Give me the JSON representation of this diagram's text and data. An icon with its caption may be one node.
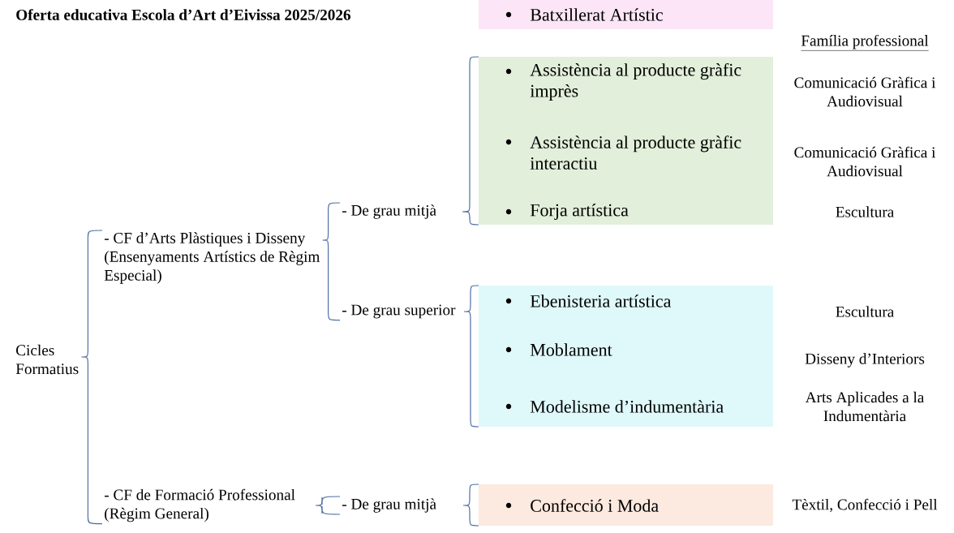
{
  "diagram": {
    "title": "Oferta educativa Escola d’Art d’Eivissa 2025/2026",
    "nodes": [
      {
        "text": [],
        "shape": "box"
      },
      {
        "text": [
          "Batxillerat Artístic"
        ],
        "in": 0
      },
      {
        "text": [
          "Cicles Formatius"
        ]
      },
      {
        "text": [
          "- CF d’Arts Plàstiques i Disseny (Ensenyaments Artístics de Règim Especial)"
        ]
      },
      {
        "text": [
          "- De grau mitjà"
        ]
      },
      {
        "text": [],
        "shape": "box"
      },
      {
        "text": [
          "Assistència al producte gràfic imprès"
        ],
        "in": 5
      },
      {
        "text": [
          "Assistència al producte gràfic interactiu"
        ],
        "in": 5
      },
      {
        "text": [
          "Forja artística"
        ],
        "in": 5
      },
      {
        "text": [
          "- De grau superior"
        ]
      },
      {
        "text": [],
        "shape": "box"
      },
      {
        "text": [
          "Ebenisteria artística"
        ],
        "in": 10
      },
      {
        "text": [
          "Moblament"
        ],
        "in": 10
      },
      {
        "text": [
          "Modelisme d’indumentària"
        ],
        "in": 10
      },
      {
        "text": [
          "- CF de Formació Professional (Règim General)"
        ]
      },
      {
        "text": [
          "- De grau mitjà"
        ]
      },
      {
        "text": [],
        "shape": "box"
      },
      {
        "text": [
          "Confecció i Moda"
        ],
        "in": 16
      }
    ],
    "edges": [
      {
        "from": 2,
        "to": 3,
        "arrow": "none"
      },
      {
        "from": 2,
        "to": 14,
        "arrow": "none"
      },
      {
        "from": 3,
        "to": 4,
        "arrow": "none"
      },
      {
        "from": 3,
        "to": 9,
        "arrow": "none"
      },
      {
        "from": 4,
        "to": 5,
        "arrow": "none"
      },
      {
        "from": 9,
        "to": 10,
        "arrow": "none"
      },
      {
        "from": 14,
        "to": 15,
        "arrow": "none"
      },
      {
        "from": 15,
        "to": 16,
        "arrow": "none"
      }
    ],
    "labels": [
      "Família professional",
      "Comunicació Gràfica i Audiovisual",
      "Comunicació Gràfica i Audiovisual",
      "Escultura",
      "Escultura",
      "Disseny d’Interiors",
      "Arts Aplicades a la Indumentària",
      "Tèxtil, Confecció i Pell"
    ]
  }
}
